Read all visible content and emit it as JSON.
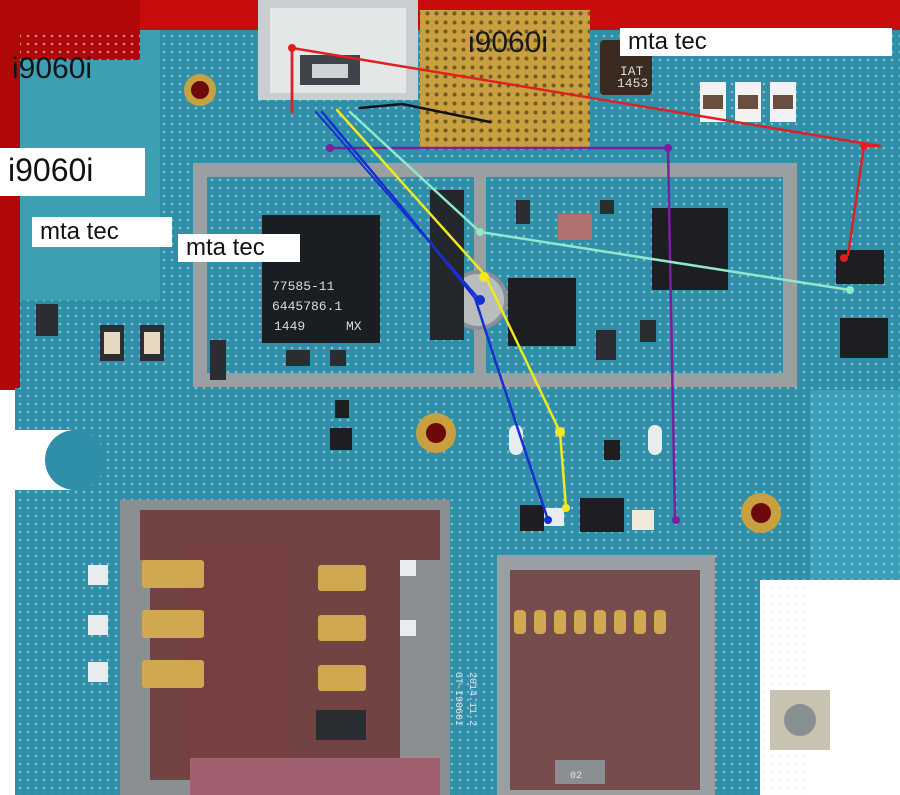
{
  "image": {
    "kind": "photo",
    "subject": "mobile phone circuit board with SIM and memory card slots, annotated with colored trace lines"
  },
  "watermarks": [
    {
      "text": "i9060i"
    },
    {
      "text": "i9060i"
    },
    {
      "text": "i9060i"
    },
    {
      "text": "mta tec"
    },
    {
      "text": "mta tec"
    },
    {
      "text": "mta tec"
    }
  ],
  "board_text": {
    "chip_line1": "77585-11",
    "chip_line2": "6445786.1",
    "chip_line3": "1449",
    "chip_line3b": "MX",
    "inductor_top": "IAT",
    "inductor_bottom": "1453",
    "silk_model": "GT-I9060I",
    "silk_date": "2014.11.2",
    "slot_mark": "02"
  },
  "trace_colors": {
    "red": "#e02020",
    "purple": "#7a1fa0",
    "blue": "#1530d0",
    "yellow": "#f0e820",
    "cyan": "#8fe8cc",
    "black": "#101010"
  },
  "colors": {
    "board_teal": "#2f8fa8",
    "board_dark": "#1e6f86",
    "shield_gray": "#9aa0a2",
    "gold": "#c8a040",
    "background_red": "#d01010"
  }
}
